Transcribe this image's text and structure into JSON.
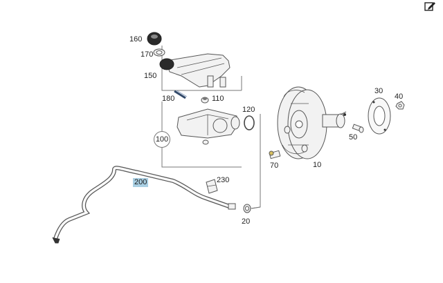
{
  "toolbar": {
    "edit_icon": "edit-icon"
  },
  "callouts": {
    "c160": "160",
    "c170": "170",
    "c150": "150",
    "c180": "180",
    "c110": "110",
    "c120": "120",
    "c100": "100",
    "c230": "230",
    "c200": "200",
    "c20": "20",
    "c70": "70",
    "c10": "10",
    "c50": "50",
    "c30": "30",
    "c40": "40"
  },
  "highlight_color": "#a9cfe3"
}
